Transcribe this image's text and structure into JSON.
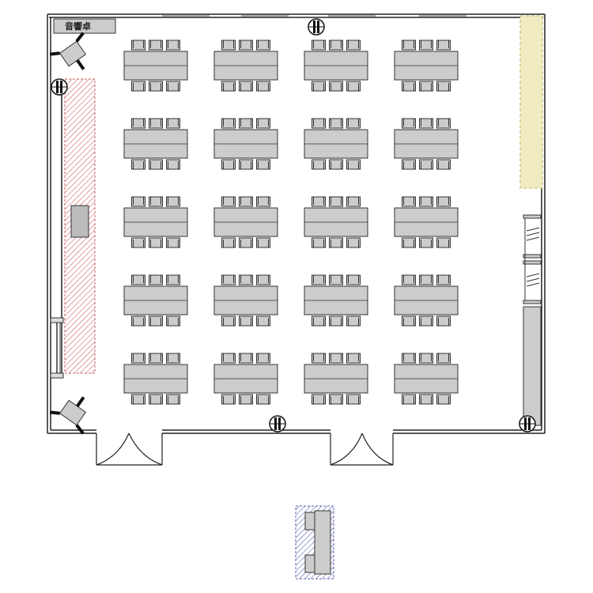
{
  "labels": {
    "sound_desk": "音響卓"
  },
  "layout": {
    "table_columns": 4,
    "table_rows": 5,
    "chairs_per_side": 3
  },
  "colors": {
    "wall": "#222222",
    "furniture_fill": "#cccccc",
    "furniture_stroke": "#333333",
    "stage_hatch": "#d06060",
    "screen_area": "#d8d48a",
    "stand_hatch": "#5a62b0"
  },
  "icons": {
    "speaker": "speaker-icon",
    "column": "column-icon",
    "door": "double-door-icon"
  }
}
